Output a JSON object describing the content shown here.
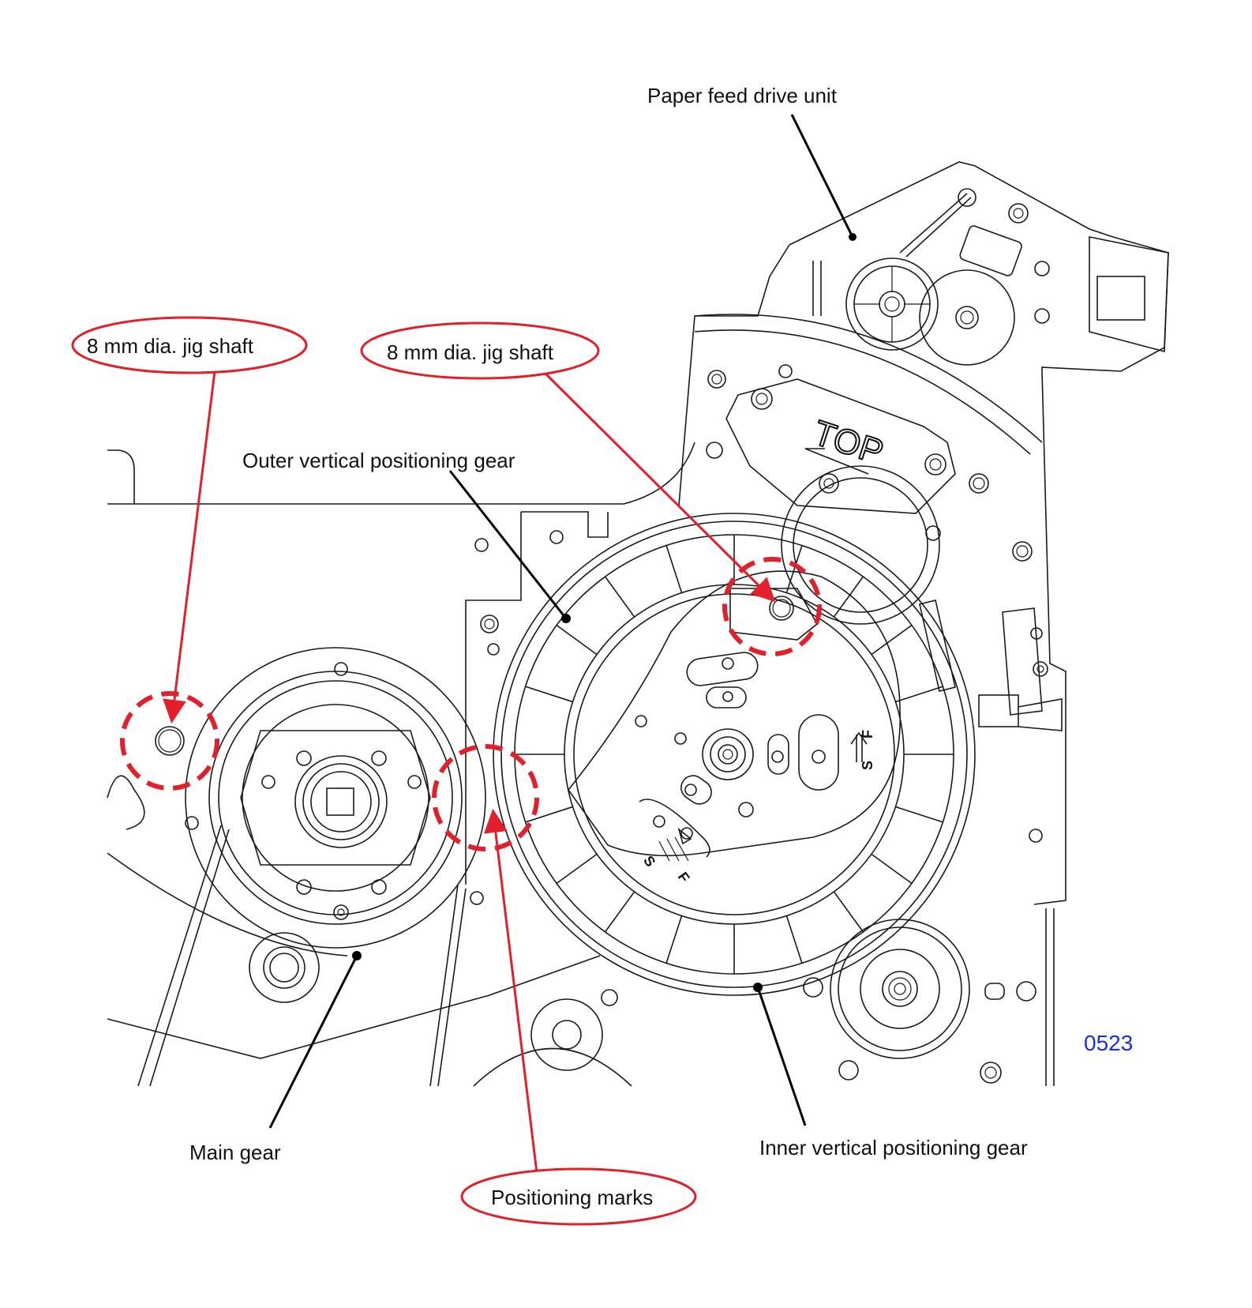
{
  "figure": {
    "number": "0523",
    "number_color": "#1c2fd6",
    "accent_color": "#e0202a"
  },
  "labels": {
    "paper_feed_drive_unit": "Paper feed drive unit",
    "jig_shaft_left": "8 mm dia. jig shaft",
    "jig_shaft_right": "8 mm dia. jig shaft",
    "outer_vertical_positioning_gear": "Outer vertical positioning gear",
    "main_gear": "Main gear",
    "positioning_marks": "Positioning marks",
    "inner_vertical_positioning_gear": "Inner vertical positioning gear"
  },
  "markings": {
    "top": "TOP",
    "s": "S",
    "f": "F",
    "s2": "S",
    "f2": "F"
  }
}
